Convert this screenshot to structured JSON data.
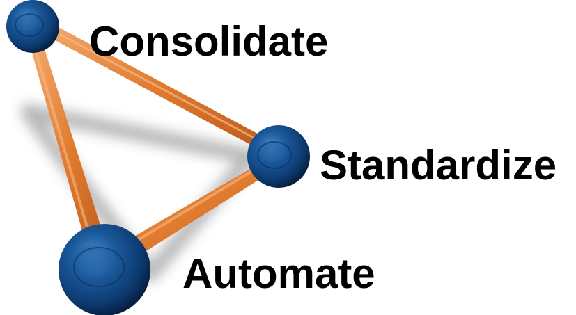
{
  "nodes": [
    {
      "id": "consolidate",
      "label": "Consolidate"
    },
    {
      "id": "standardize",
      "label": "Standardize"
    },
    {
      "id": "automate",
      "label": "Automate"
    }
  ],
  "edges": [
    {
      "from": "consolidate",
      "to": "standardize"
    },
    {
      "from": "consolidate",
      "to": "automate"
    },
    {
      "from": "standardize",
      "to": "automate"
    }
  ],
  "colors": {
    "edge": "#e07b2f",
    "edge_highlight": "#f6a865",
    "node_dark": "#08264f",
    "node_mid": "#0e4580",
    "node_light": "#3d7dbd",
    "label": "#000000",
    "shadow": "#8a8a8a"
  }
}
